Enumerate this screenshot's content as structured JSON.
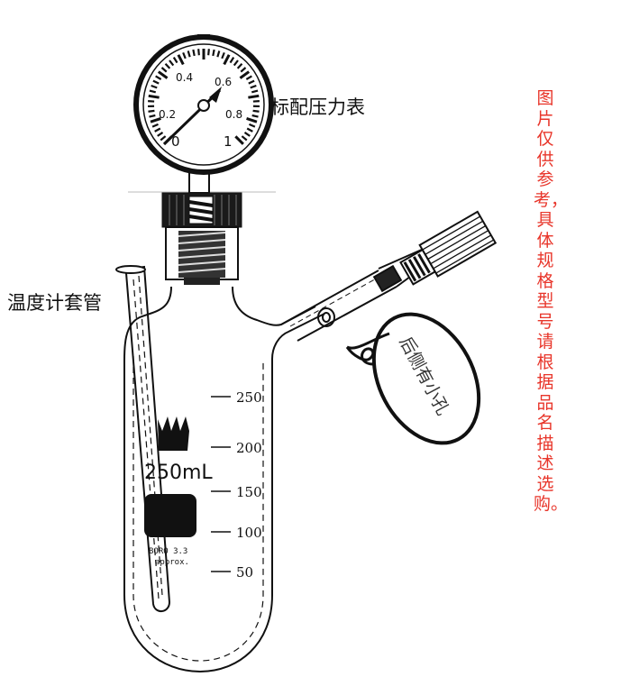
{
  "labels": {
    "gauge": "标配压力表",
    "thermometer_tube": "温度计套管",
    "side_hole": "后侧有小孔",
    "note": "图片仅供参考，具体规格型号请根据品名描述选购。"
  },
  "gauge": {
    "dial_values": [
      "0",
      "0.2",
      "0.4",
      "0.6",
      "0.8",
      "1"
    ]
  },
  "flask": {
    "volume_label": "250mL",
    "brand_text": "BORO 3.3",
    "approx_text": "approx.",
    "graduations": [
      "250",
      "200",
      "150",
      "100",
      "50"
    ]
  },
  "colors": {
    "note_red": "#e8352a",
    "line": "#111111"
  }
}
